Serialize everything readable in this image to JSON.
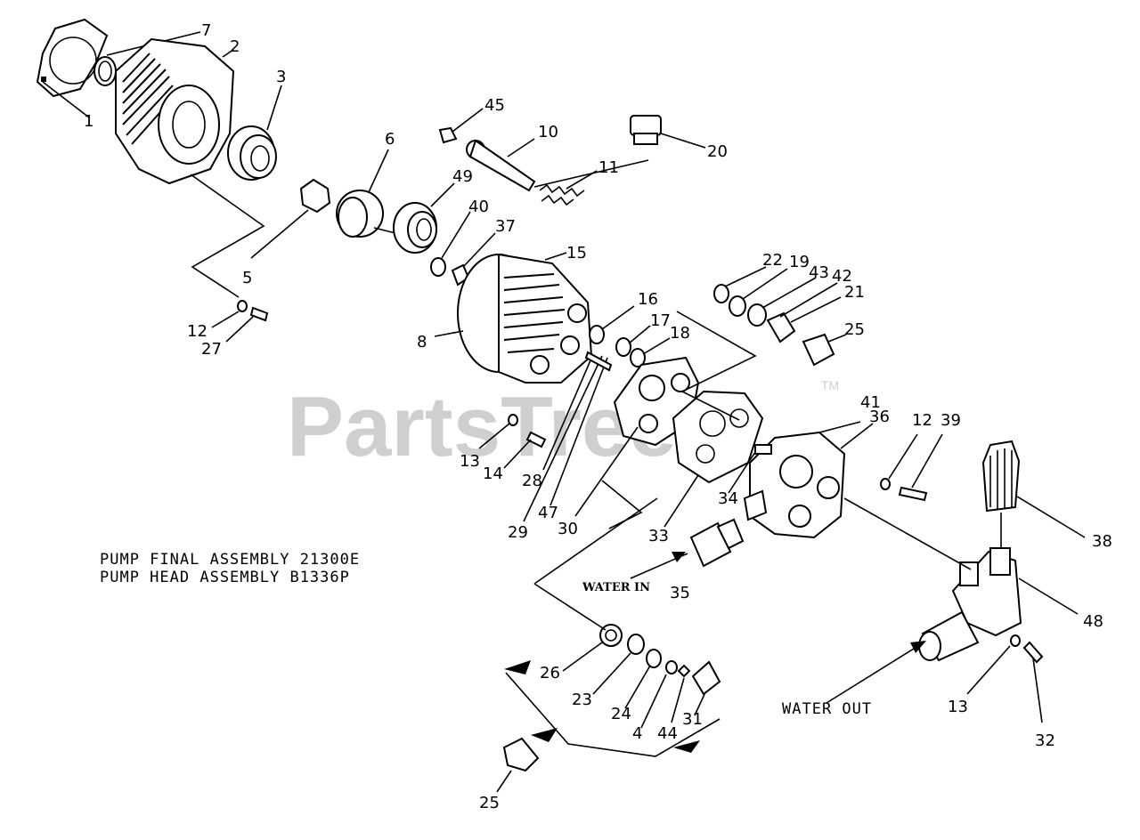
{
  "watermark": {
    "text": "PartsTree",
    "tm": "TM"
  },
  "assembly_notes": [
    "PUMP FINAL ASSEMBLY 21300E",
    "PUMP HEAD ASSEMBLY B1336P"
  ],
  "flow_labels": {
    "water_in": "WATER IN",
    "water_out": "WATER OUT"
  },
  "callouts": [
    "1",
    "2",
    "3",
    "7",
    "45",
    "10",
    "20",
    "11",
    "6",
    "49",
    "40",
    "37",
    "15",
    "5",
    "12",
    "27",
    "8",
    "22",
    "19",
    "43",
    "42",
    "21",
    "16",
    "17",
    "18",
    "25",
    "41",
    "36",
    "12",
    "39",
    "13",
    "14",
    "28",
    "29",
    "47",
    "30",
    "33",
    "34",
    "38",
    "35",
    "48",
    "26",
    "23",
    "24",
    "4",
    "44",
    "31",
    "13",
    "32",
    "25"
  ]
}
